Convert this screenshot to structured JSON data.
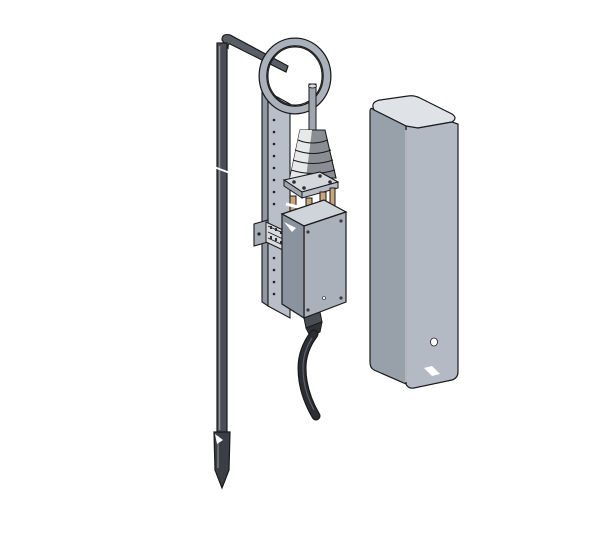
{
  "figure": {
    "subject": "",
    "colors": {
      "background": "#ffffff",
      "outline": "#1a1a1a",
      "rod": "#4a4d54",
      "rod_highlight": "#8c9099",
      "bracket": "#b8bfc8",
      "bracket_side": "#8f97a1",
      "enclosure_front": "#aab1bb",
      "enclosure_side": "#8b939e",
      "enclosure_top": "#cfd4da",
      "boot": "#8a8e94",
      "boot_light": "#e6e8ea",
      "posts": "#c9a57c",
      "cable": "#2c2e33",
      "cover_front": "#b4bac3",
      "cover_side": "#98a0aa",
      "cover_top": "#dfe3e7",
      "marker": "#ffffff"
    },
    "icons": [
      "ground-rod",
      "mounting-bracket",
      "ring-clamp",
      "sensor-housing",
      "rubber-boot",
      "cable-gland",
      "protective-cover-post"
    ]
  }
}
